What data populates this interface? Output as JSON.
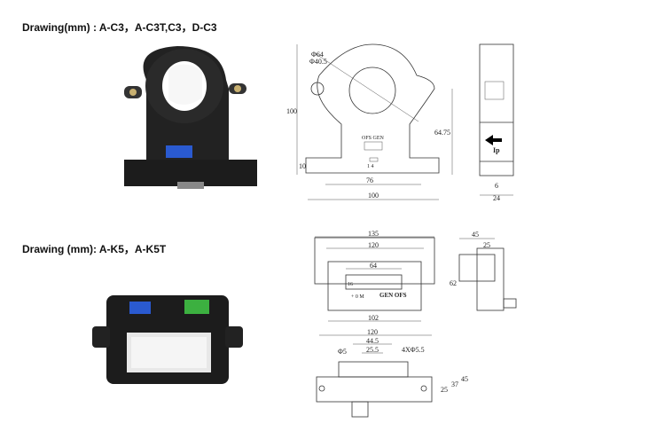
{
  "section_c3": {
    "title": "Drawing(mm) : A-C3，A-C3T,C3，D-C3",
    "front": {
      "outer_dia": "Φ64",
      "inner_dia": "Φ40.5",
      "height": "100",
      "center_height": "64.75",
      "base_height": "10",
      "hole_spacing": "76",
      "width": "100",
      "terminal_label": "OFS GEN",
      "pins": "1  4"
    },
    "side": {
      "current_label": "Ip",
      "dim_small": "6",
      "depth": "24"
    }
  },
  "section_k5": {
    "title": "Drawing (mm): A-K5，A-K5T",
    "front": {
      "width": "135",
      "inner_width": "120",
      "window_width": "64",
      "window_height": "16",
      "base_width": "102",
      "pins": "+  0  M",
      "terminal_label": "GEN OFS"
    },
    "side": {
      "depth": "45",
      "inner_depth": "25",
      "height": "62"
    },
    "bottom": {
      "width": "120",
      "hole_spacing_outer": "44.5",
      "hole_spacing_inner": "25.5",
      "hole_dia": "Φ5",
      "hole_spec": "4XΦ5.5",
      "dim_25": "25",
      "dim_37": "37",
      "dim_45": "45"
    }
  },
  "colors": {
    "sensor_body": "#1c1c1c",
    "terminal_blue": "#2a5ad0",
    "terminal_green": "#3cb040"
  }
}
